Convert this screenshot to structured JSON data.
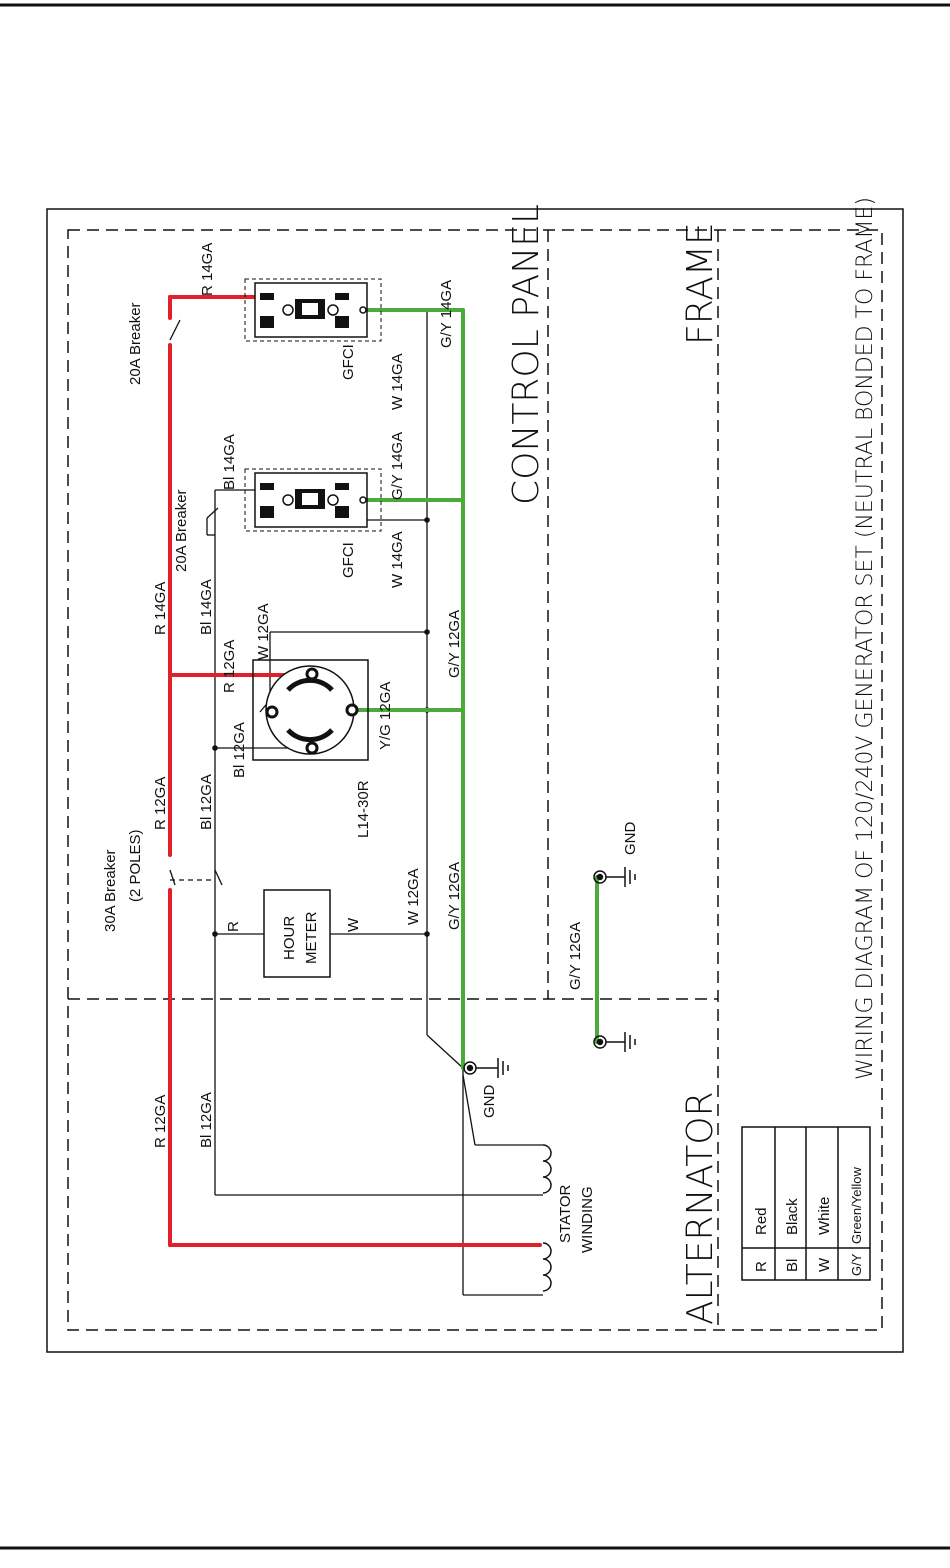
{
  "title": "WIRING DIAGRAM OF 120/240V GENERATOR SET (NEUTRAL BONDED TO FRAME)",
  "sections": {
    "control_panel": "CONTROL PANEL",
    "frame": "FRAME",
    "alternator": "ALTERNATOR"
  },
  "components": {
    "breaker_30a_line1": "30A Breaker",
    "breaker_30a_line2": "(2 POLES)",
    "breaker_20a_top": "20A Breaker",
    "breaker_20a_mid": "20A Breaker",
    "gfci_top": "GFCI",
    "gfci_mid": "GFCI",
    "receptacle": "L14-30R",
    "hour_meter_line1": "HOUR",
    "hour_meter_line2": "METER",
    "stator_line1": "STATOR",
    "stator_line2": "WINDING",
    "gnd_alternator": "GND",
    "gnd_frame": "GND"
  },
  "wire_labels": {
    "r_14ga_top": "R 14GA",
    "g_y_14ga_top": "G/Y 14GA",
    "w_14ga_top": "W 14GA",
    "bl_14ga_mid": "Bl 14GA",
    "g_y_14ga_mid": "G/Y 14GA",
    "w_14ga_mid": "W 14GA",
    "r_14ga_left": "R 14GA",
    "bl_14ga_left": "Bl 14GA",
    "w_12ga_recept": "W 12GA",
    "r_12ga_recept": "R 12GA",
    "y_g_12ga": "Y/G 12GA",
    "bl_12ga_recept": "Bl 12GA",
    "g_y_12ga_cp": "G/Y 12GA",
    "r_12ga_breaker": "R 12GA",
    "bl_12ga_breaker": "Bl 12GA",
    "r_short": "R",
    "w_short": "W",
    "w_12ga_meter": "W 12GA",
    "g_y_12ga_meter": "G/Y 12GA",
    "g_y_12ga_frame": "G/Y 12GA",
    "r_12ga_alt": "R 12GA",
    "bl_12ga_alt": "Bl 12GA"
  },
  "legend": [
    {
      "code": "R",
      "name": "Red"
    },
    {
      "code": "Bl",
      "name": "Black"
    },
    {
      "code": "W",
      "name": "White"
    },
    {
      "code": "G/Y",
      "name": "Green/Yellow"
    }
  ],
  "colors": {
    "red_wire": "#e0202a",
    "green_wire": "#4aaa3a",
    "line": "#111111"
  }
}
